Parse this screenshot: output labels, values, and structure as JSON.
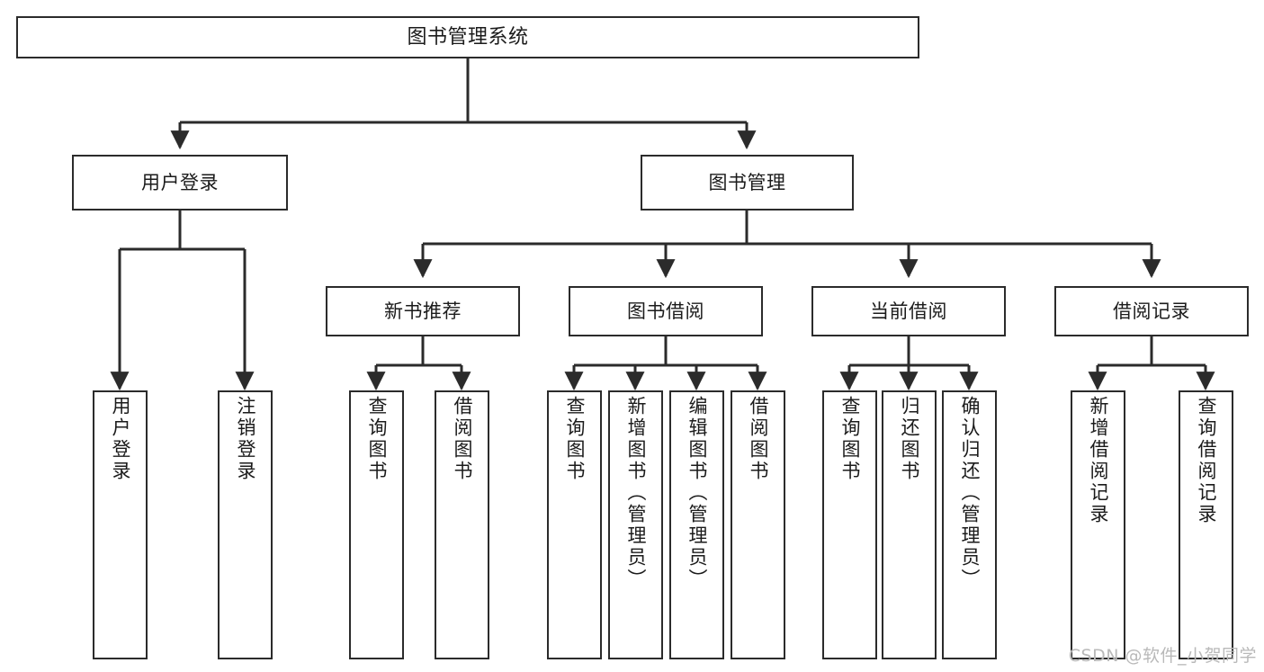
{
  "diagram": {
    "title": "图书管理系统",
    "type": "tree-hierarchy",
    "watermark": "CSDN @软件_小贺同学",
    "colors": {
      "stroke": "#2b2b2b",
      "fill": "#ffffff",
      "text": "#1b1b1b",
      "watermark": "#b9b9b9"
    }
  },
  "nodes": {
    "root": {
      "label": "图书管理系统"
    },
    "level2": [
      {
        "id": "user-login",
        "label": "用户登录"
      },
      {
        "id": "book-manage",
        "label": "图书管理"
      }
    ],
    "level3": [
      {
        "id": "new-book-recommend",
        "label": "新书推荐"
      },
      {
        "id": "book-borrow",
        "label": "图书借阅"
      },
      {
        "id": "current-borrow",
        "label": "当前借阅"
      },
      {
        "id": "borrow-record",
        "label": "借阅记录"
      }
    ],
    "leaves": {
      "user_login": [
        {
          "id": "leaf-user-login",
          "label": "用户登录"
        },
        {
          "id": "leaf-logout-login",
          "label": "注销登录"
        }
      ],
      "new_book_recommend": [
        {
          "id": "leaf-query-book-1",
          "label": "查询图书"
        },
        {
          "id": "leaf-borrow-book-1",
          "label": "借阅图书"
        }
      ],
      "book_borrow": [
        {
          "id": "leaf-query-book-2",
          "label": "查询图书"
        },
        {
          "id": "leaf-add-book",
          "label": "新增图书（管理员）"
        },
        {
          "id": "leaf-edit-book",
          "label": "编辑图书（管理员）"
        },
        {
          "id": "leaf-borrow-book-2",
          "label": "借阅图书"
        }
      ],
      "current_borrow": [
        {
          "id": "leaf-query-book-3",
          "label": "查询图书"
        },
        {
          "id": "leaf-return-book",
          "label": "归还图书"
        },
        {
          "id": "leaf-confirm-return",
          "label": "确认归还（管理员）"
        }
      ],
      "borrow_record": [
        {
          "id": "leaf-add-record",
          "label": "新增借阅记录"
        },
        {
          "id": "leaf-query-record",
          "label": "查询借阅记录"
        }
      ]
    }
  },
  "edges": [
    {
      "from": "图书管理系统",
      "to": "用户登录"
    },
    {
      "from": "图书管理系统",
      "to": "图书管理"
    },
    {
      "from": "用户登录",
      "to": "用户登录"
    },
    {
      "from": "用户登录",
      "to": "注销登录"
    },
    {
      "from": "图书管理",
      "to": "新书推荐"
    },
    {
      "from": "图书管理",
      "to": "图书借阅"
    },
    {
      "from": "图书管理",
      "to": "当前借阅"
    },
    {
      "from": "图书管理",
      "to": "借阅记录"
    },
    {
      "from": "新书推荐",
      "to": "查询图书"
    },
    {
      "from": "新书推荐",
      "to": "借阅图书"
    },
    {
      "from": "图书借阅",
      "to": "查询图书"
    },
    {
      "from": "图书借阅",
      "to": "新增图书（管理员）"
    },
    {
      "from": "图书借阅",
      "to": "编辑图书（管理员）"
    },
    {
      "from": "图书借阅",
      "to": "借阅图书"
    },
    {
      "from": "当前借阅",
      "to": "查询图书"
    },
    {
      "from": "当前借阅",
      "to": "归还图书"
    },
    {
      "from": "当前借阅",
      "to": "确认归还（管理员）"
    },
    {
      "from": "借阅记录",
      "to": "新增借阅记录"
    },
    {
      "from": "借阅记录",
      "to": "查询借阅记录"
    }
  ]
}
